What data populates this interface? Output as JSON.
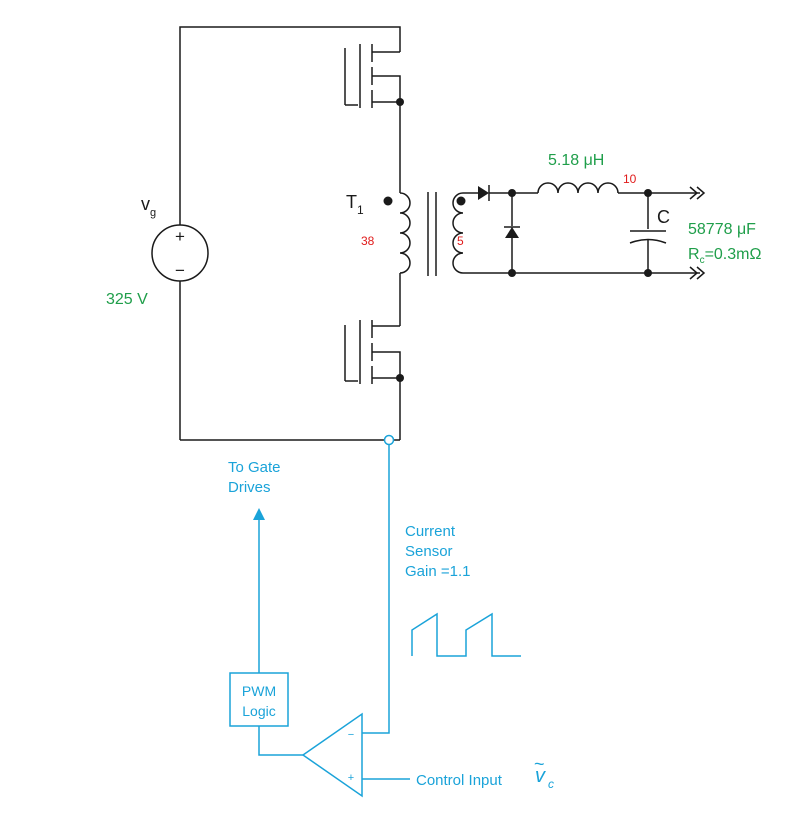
{
  "colors": {
    "circuit": "#1a1a1a",
    "control": "#1aa3d9",
    "value": "#1f9e4a",
    "turns": "#e01b1b"
  },
  "source": {
    "label_main": "v",
    "label_sub": "g",
    "value": "325 V",
    "plus": "+",
    "minus": "−"
  },
  "transformer": {
    "label_main": "T",
    "label_sub": "1",
    "primary_turns": "38",
    "secondary_turns": "5"
  },
  "inductor": {
    "value": "5.18 μH"
  },
  "node": {
    "label": "10"
  },
  "capacitor": {
    "label": "C",
    "value": "58778 μF",
    "esr_main": "R",
    "esr_sub": "c",
    "esr_value": "=0.3mΩ"
  },
  "control": {
    "gate_label_line1": "To Gate",
    "gate_label_line2": "Drives",
    "sensor_line1": "Current",
    "sensor_line2": "Sensor",
    "sensor_line3": "Gain =1.1",
    "pwm_line1": "PWM",
    "pwm_line2": "Logic",
    "comparator_minus": "−",
    "comparator_plus": "+",
    "control_input": "Control Input",
    "vc_symbol": "v",
    "vc_tilde": "~",
    "vc_sub": "c"
  }
}
